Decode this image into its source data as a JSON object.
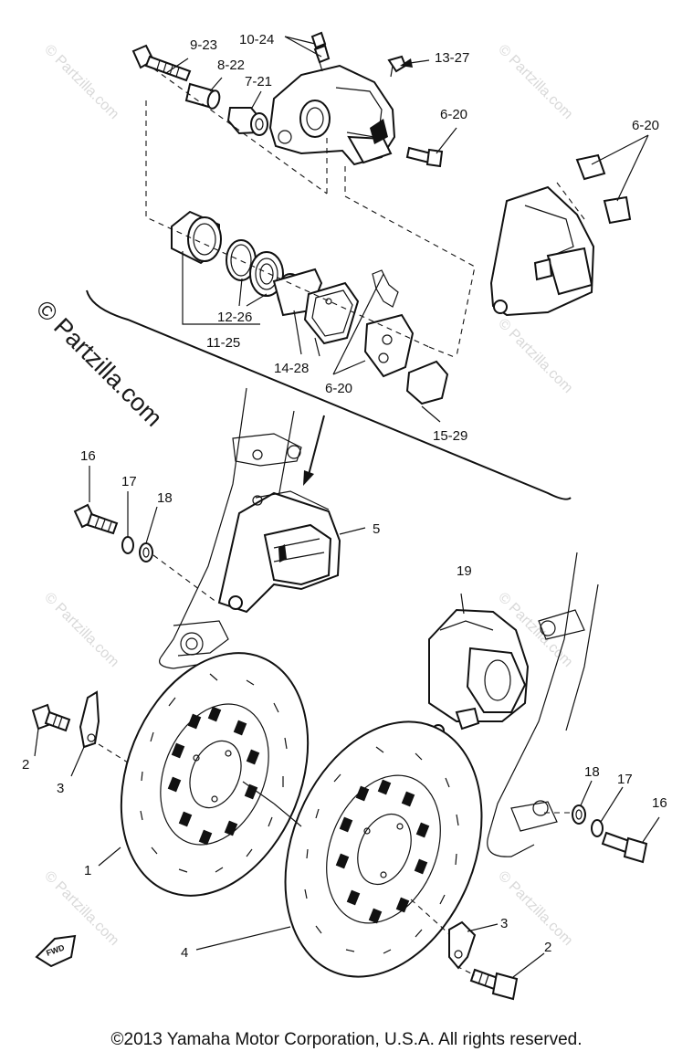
{
  "watermark": "© Partzilla.com",
  "copyright": "©2013 Yamaha Motor Corporation, U.S.A. All rights reserved.",
  "fwd_label": "FWD",
  "callouts": [
    "9-23",
    "10-24",
    "8-22",
    "7-21",
    "13-27",
    "6-20",
    "6-20",
    "12-26",
    "11-25",
    "14-28",
    "6-20",
    "15-29",
    "16",
    "17",
    "18",
    "5",
    "19",
    "2",
    "3",
    "1",
    "18",
    "17",
    "16",
    "4",
    "3",
    "2"
  ]
}
